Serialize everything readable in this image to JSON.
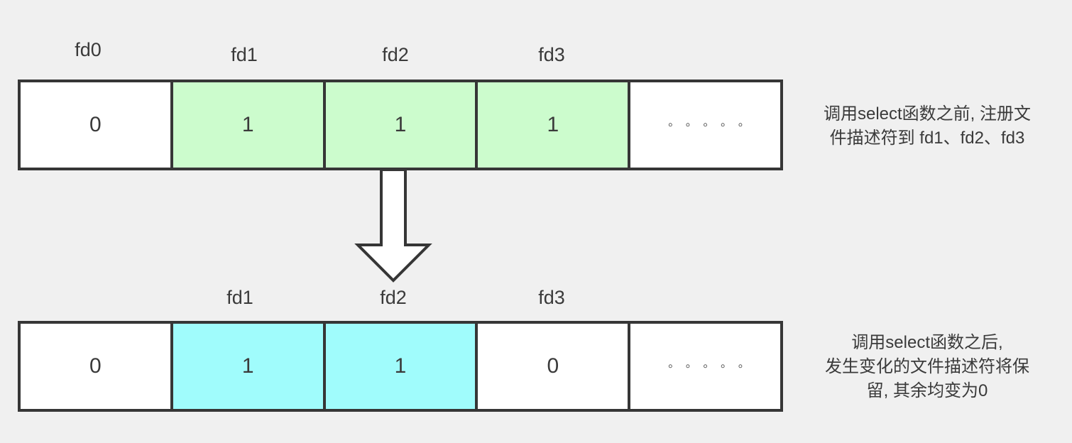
{
  "colors": {
    "background": "#f0f0f0",
    "cell_border": "#363636",
    "text": "#3a3a3a",
    "inactive_cell_fill": "#ffffff",
    "before_active_cell_fill": "#ccfccd",
    "after_active_cell_fill": "#a0fcfc",
    "arrow_fill": "#ffffff",
    "arrow_outline": "#363636"
  },
  "before": {
    "labels": [
      "fd0",
      "fd1",
      "fd2",
      "fd3"
    ],
    "cells": [
      {
        "value": "0"
      },
      {
        "value": "1"
      },
      {
        "value": "1"
      },
      {
        "value": "1"
      },
      {
        "value": "◦ ◦ ◦ ◦ ◦"
      }
    ],
    "annotation_lines": [
      "调用select函数之前, 注册文",
      "件描述符到 fd1、fd2、fd3"
    ]
  },
  "arrow": {
    "direction": "down"
  },
  "after": {
    "labels": [
      "fd1",
      "fd2",
      "fd3"
    ],
    "cells": [
      {
        "value": "0"
      },
      {
        "value": "1"
      },
      {
        "value": "1"
      },
      {
        "value": "0"
      },
      {
        "value": "◦ ◦ ◦ ◦ ◦"
      }
    ],
    "annotation_lines": [
      "调用select函数之后,",
      "发生变化的文件描述符将保",
      "留, 其余均变为0"
    ]
  }
}
